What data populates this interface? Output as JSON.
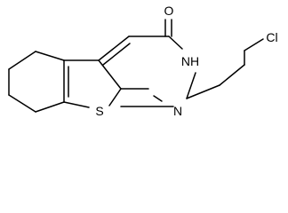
{
  "molecule": {
    "atoms": {
      "oxygen": "O",
      "nh": "NH",
      "chlorine": "Cl",
      "sulfur": "S",
      "nitrogen": "N"
    },
    "colors": {
      "bond": "#000000",
      "label": "#000000",
      "background": "#ffffff"
    }
  }
}
